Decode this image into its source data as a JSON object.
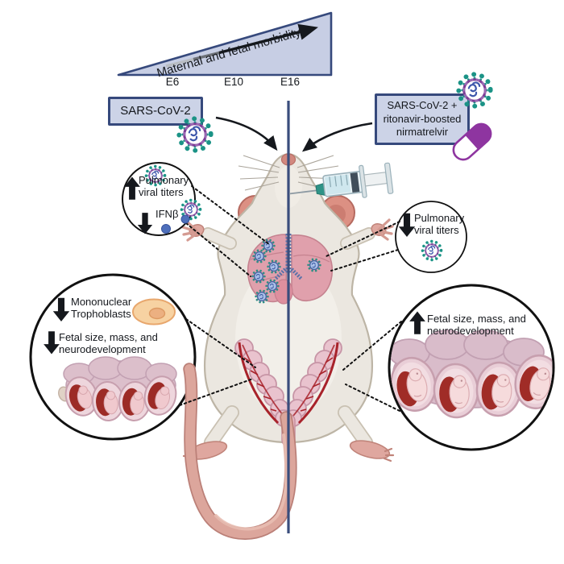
{
  "scene": {
    "morbidity_scale": {
      "label": "Maternal and fetal morbidity",
      "ticks": [
        "E6",
        "E10",
        "E16"
      ]
    },
    "exposure_left": {
      "label": "SARS-CoV-2"
    },
    "exposure_right": {
      "lines": [
        "SARS-CoV-2 +",
        "ritonavir-boosted",
        "nirmatrelvir"
      ]
    },
    "callout_lung_left": {
      "finding1_arrow": "↑",
      "finding1": "Pulmonary viral titers",
      "finding2_arrow": "↓",
      "finding2": "IFNβ"
    },
    "callout_lung_right": {
      "finding_arrow": "↓",
      "finding": "Pulmonary viral titers"
    },
    "callout_fetal_left": {
      "finding1_arrow": "↓",
      "finding1": "Mononuclear Trophoblasts",
      "finding2_arrow": "↓",
      "finding2": "Fetal size, mass, and neurodevelopment"
    },
    "callout_fetal_right": {
      "finding_arrow": "↑",
      "finding": "Fetal size, mass, and neurodevelopment"
    }
  },
  "icons": {
    "increase": "bold-up-arrow",
    "decrease": "bold-down-arrow",
    "virus": "sars-cov-2-virion",
    "lung_virus": "blue-virion",
    "pill": "purple-capsule",
    "syringe": "syringe",
    "cell": "trophoblast-cell",
    "mouse": "pregnant-mouse-dorsal-view",
    "embryos_left": "growth-restricted-fetuses",
    "embryos_right": "healthy-fetuses",
    "ifnb_dots": "cytokine-dots"
  },
  "colors": {
    "accent_navy": "#36497c",
    "box_fill": "#ccd3e7",
    "virus_teal": "#1b9386",
    "virus_purple": "#7c3d95",
    "pill_purple": "#8e35a0",
    "lung_pink": "#e0a0ac",
    "mouse_body": "#ebe7e0",
    "tail_pink": "#dca69c",
    "placenta_red": "#a02c27",
    "ifnb_blue": "#4e6fbb"
  }
}
